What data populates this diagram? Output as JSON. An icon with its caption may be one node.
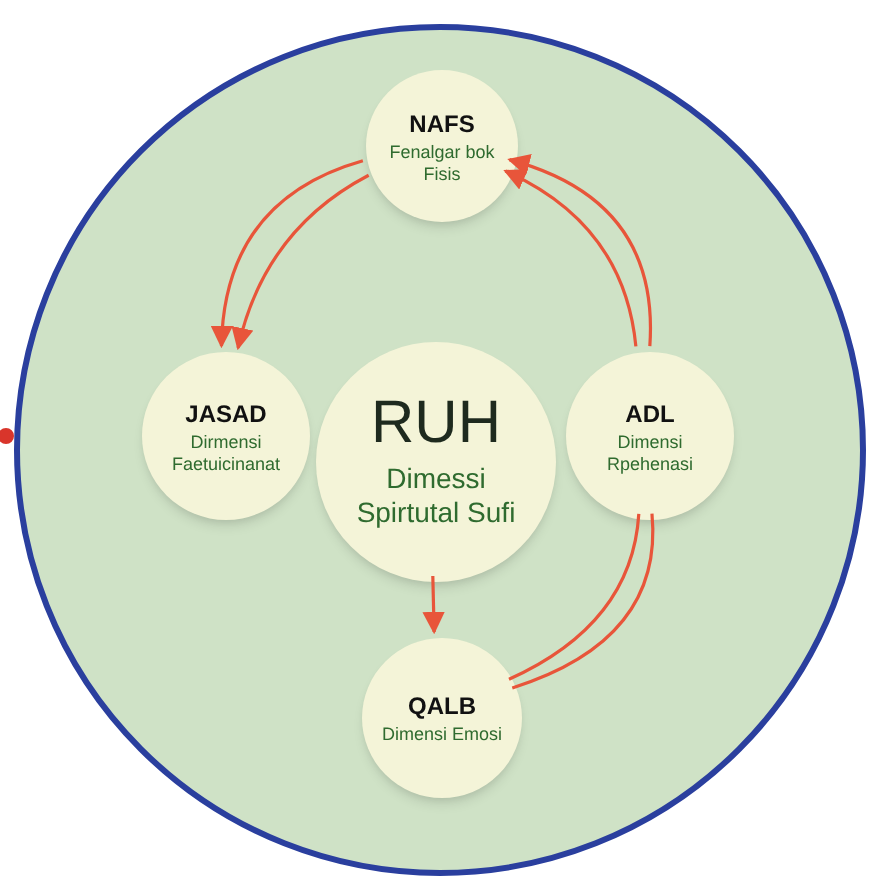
{
  "diagram": {
    "nodes": [
      {
        "text": [],
        "shape": "circle"
      },
      {
        "text": [
          "NAFS",
          "Fenalgar bok Fisis"
        ],
        "in": 0
      },
      {
        "text": [
          "JASAD",
          "Dirmensi Faetuicinanat"
        ],
        "in": 0
      },
      {
        "text": [
          "RUH",
          "Dimessi Spirtutal Sufi"
        ],
        "in": 0
      },
      {
        "text": [
          "ADL",
          "Dimensi Rpehenasi"
        ],
        "in": 0
      },
      {
        "text": [
          "QALB",
          "Dimensi Emosi"
        ],
        "in": 0
      }
    ],
    "edges": [
      {
        "from": 1,
        "to": 2,
        "arrow": "to"
      },
      {
        "from": 1,
        "to": 2,
        "arrow": "to"
      },
      {
        "from": 4,
        "to": 1,
        "arrow": "to"
      },
      {
        "from": 4,
        "to": 1,
        "arrow": "to"
      },
      {
        "from": 4,
        "to": 5,
        "arrow": "none"
      },
      {
        "from": 4,
        "to": 5,
        "arrow": "none"
      },
      {
        "from": 3,
        "to": 5,
        "arrow": "to"
      }
    ]
  }
}
